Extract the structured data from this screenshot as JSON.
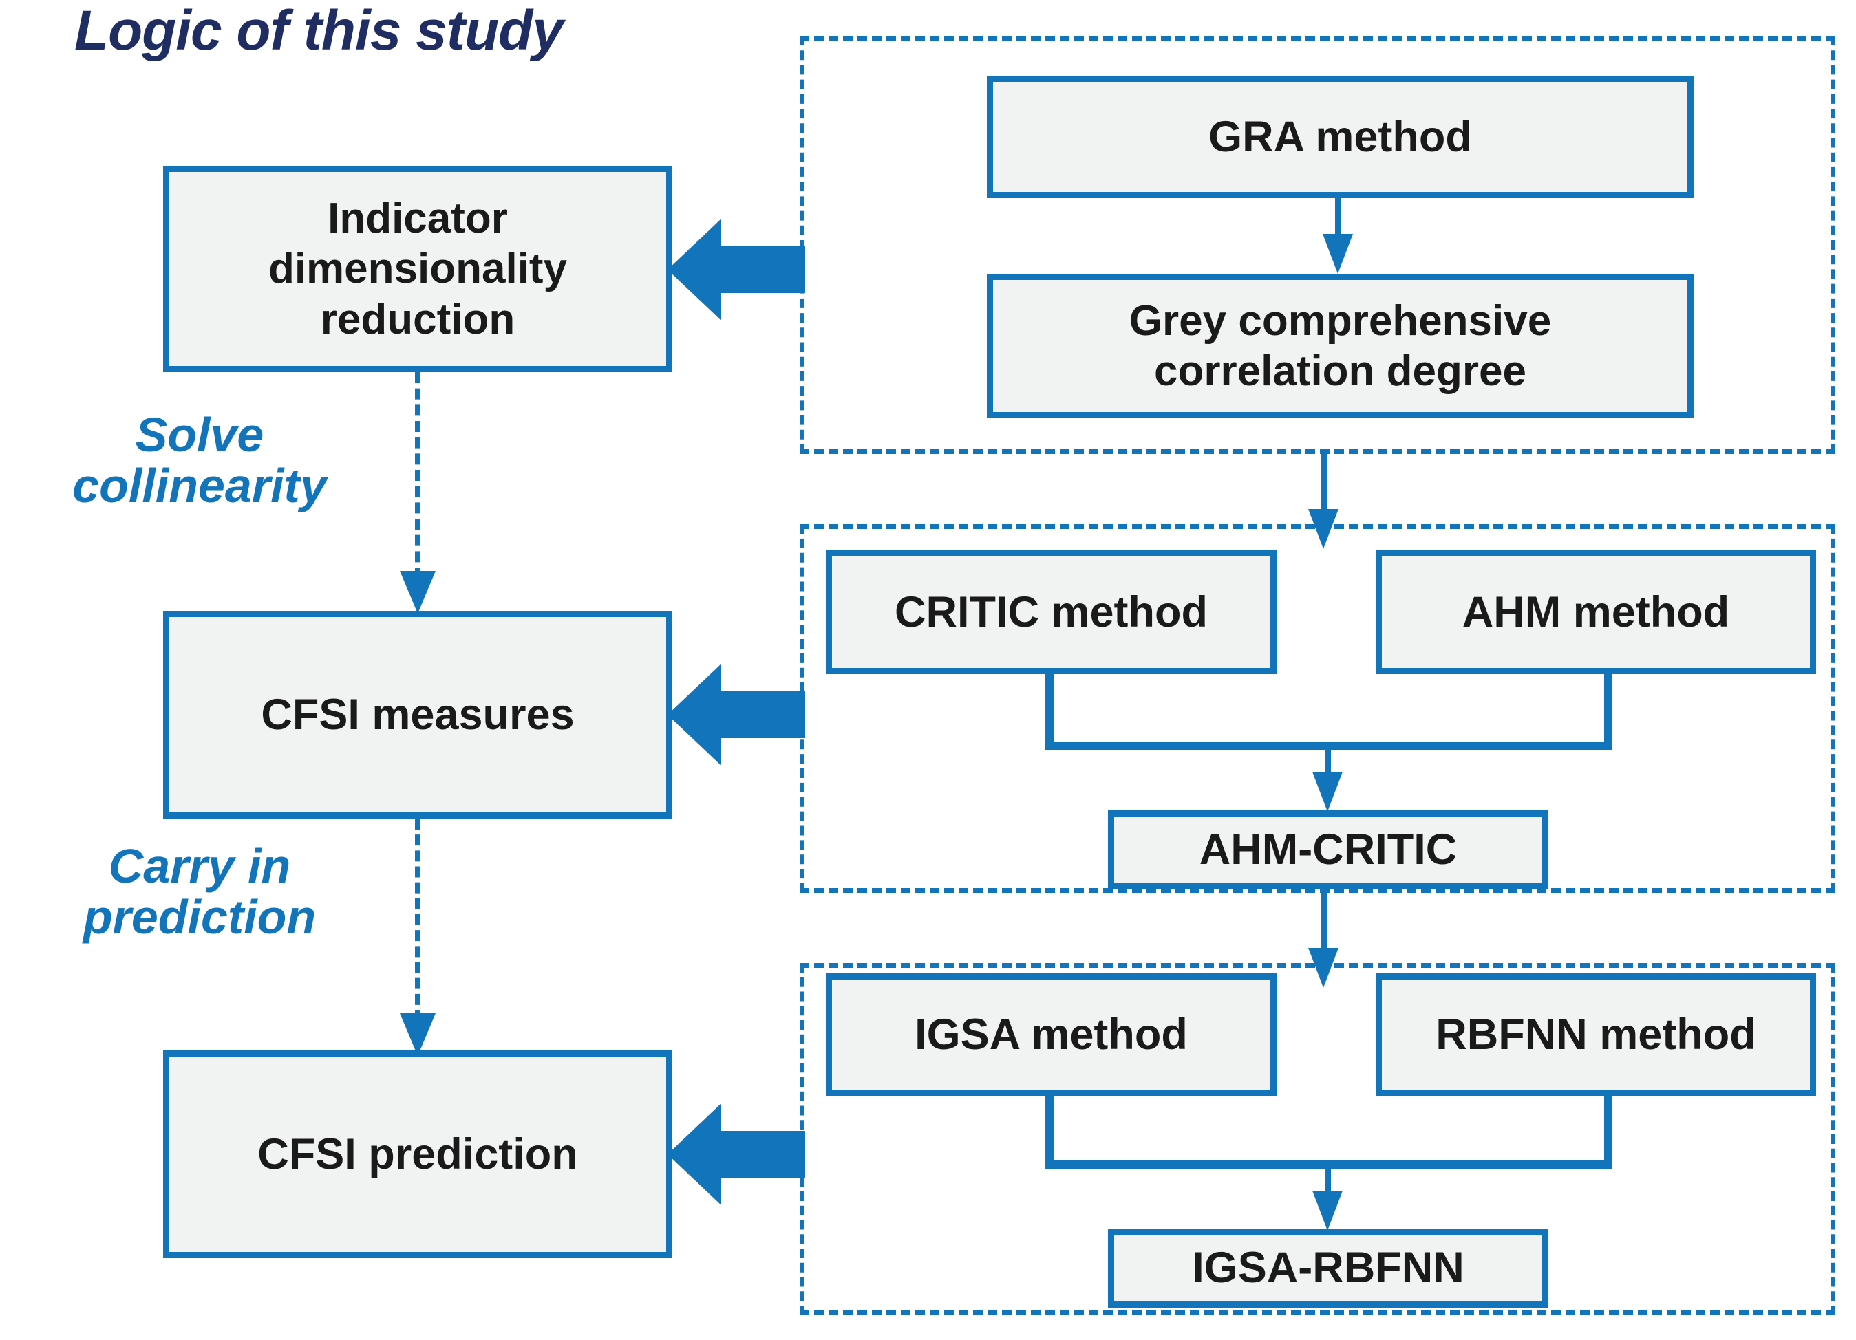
{
  "title": "Logic of this study",
  "colors": {
    "title": "#1F2D63",
    "accent": "#1275BC",
    "box_fill": "#F1F3F2",
    "box_text": "#1A1A1A",
    "background": "#FFFFFF"
  },
  "left_column": {
    "steps": [
      {
        "id": "step-1",
        "label": "Indicator dimensionality reduction"
      },
      {
        "id": "step-2",
        "label": "CFSI measures"
      },
      {
        "id": "step-3",
        "label": "CFSI prediction"
      }
    ],
    "transitions": [
      {
        "id": "transition-1",
        "line1": "Solve",
        "line2": "collinearity"
      },
      {
        "id": "transition-2",
        "line1": "Carry in",
        "line2": "prediction"
      }
    ]
  },
  "right_column": {
    "groups": [
      {
        "id": "group-dimensionality-reduction",
        "boxes": [
          {
            "id": "gra-method",
            "label": "GRA method"
          },
          {
            "id": "grey-comprehensive",
            "line1": "Grey comprehensive",
            "line2": "correlation degree"
          }
        ]
      },
      {
        "id": "group-weighting",
        "boxes": [
          {
            "id": "critic-method",
            "label": "CRITIC method"
          },
          {
            "id": "ahm-method",
            "label": "AHM method"
          },
          {
            "id": "ahm-critic",
            "label": "AHM-CRITIC"
          }
        ]
      },
      {
        "id": "group-prediction",
        "boxes": [
          {
            "id": "igsa-method",
            "label": "IGSA method"
          },
          {
            "id": "rbfnn-method",
            "label": "RBFNN method"
          },
          {
            "id": "igsa-rbfnn",
            "label": "IGSA-RBFNN"
          }
        ]
      }
    ]
  }
}
